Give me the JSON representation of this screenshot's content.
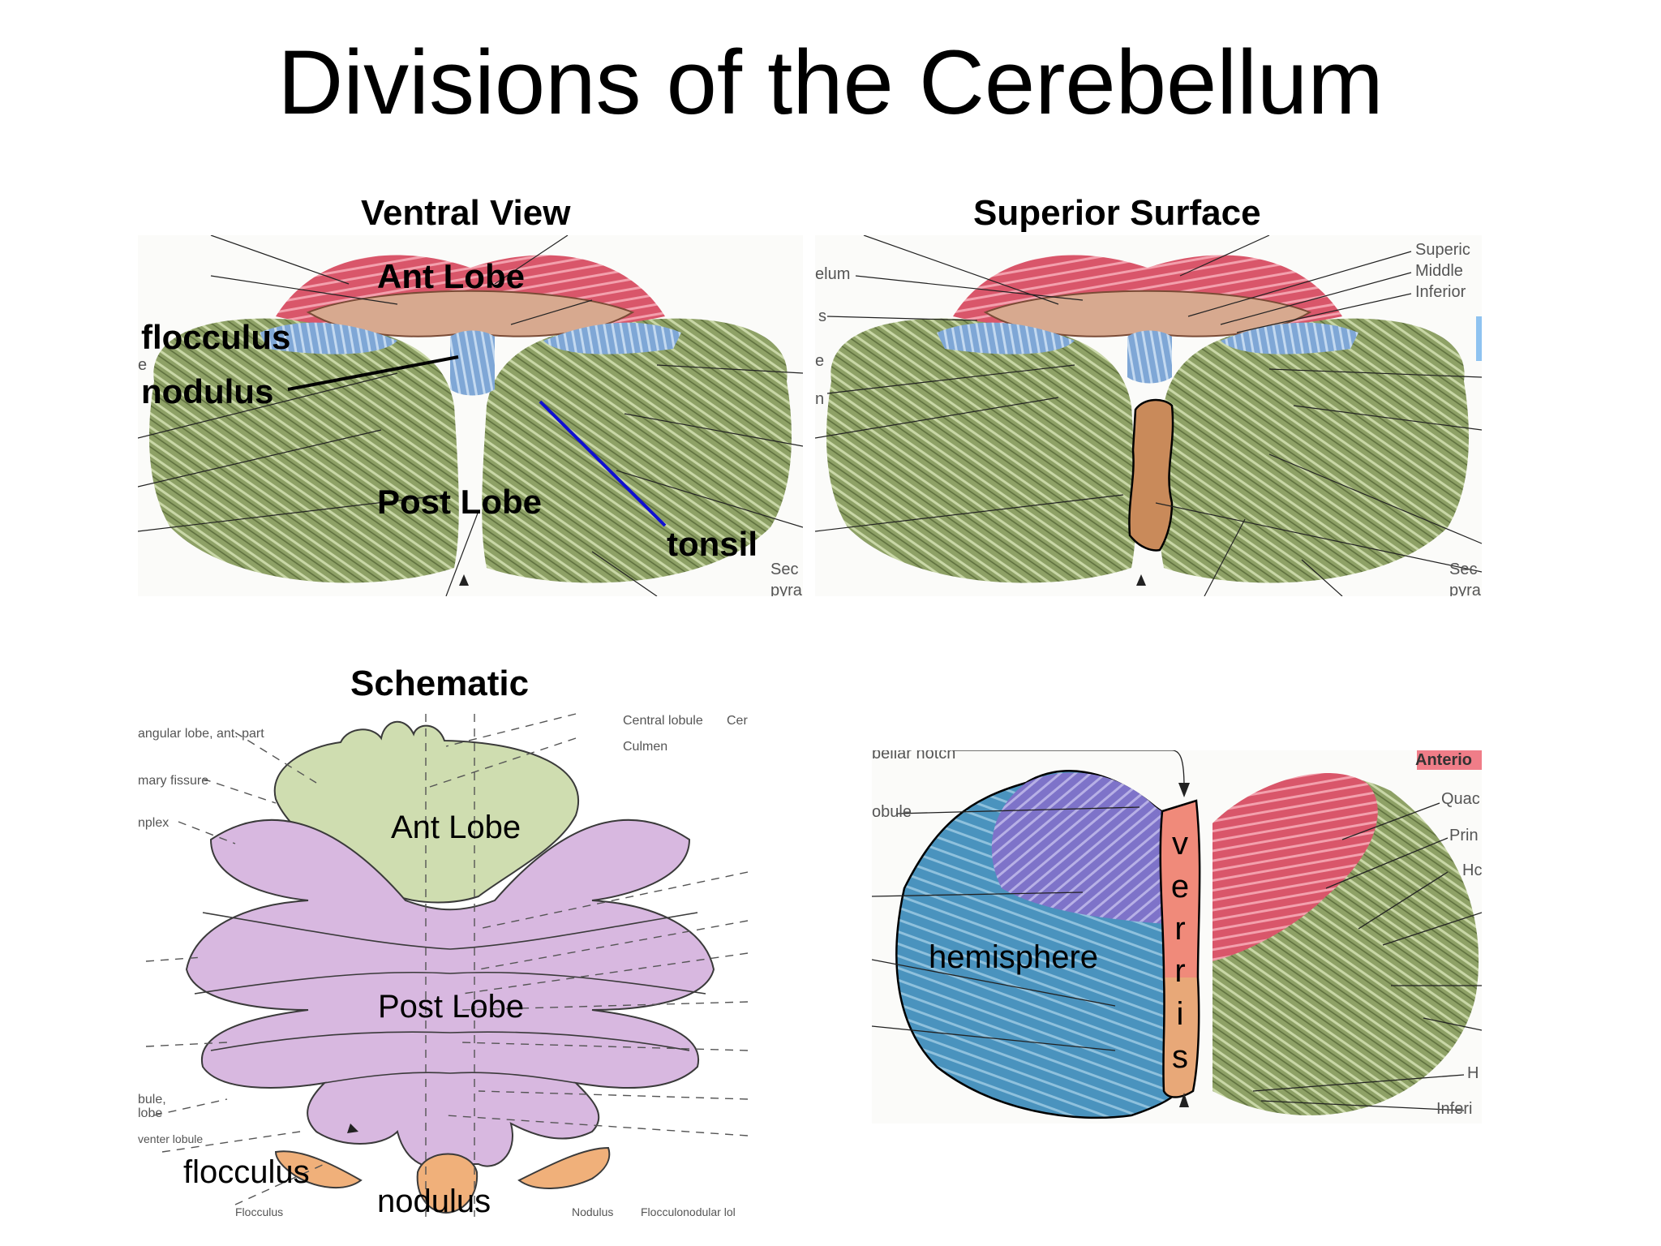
{
  "title": "Divisions of the Cerebellum",
  "panels": {
    "ventral": {
      "heading": "Ventral View",
      "labels": {
        "ant_lobe": "Ant Lobe",
        "flocculus": "flocculus",
        "nodulus": "nodulus",
        "post_lobe": "Post Lobe",
        "tonsil": "tonsil"
      },
      "cut_text": [
        "Sec",
        "pyra",
        "e"
      ]
    },
    "superior": {
      "heading": "Superior Surface",
      "cut_text": [
        "Superic",
        "Middle",
        "Inferior",
        "elum",
        "s",
        "e",
        "n",
        "Sec",
        "pyra"
      ]
    },
    "schematic": {
      "heading": "Schematic",
      "labels": {
        "ant_lobe": "Ant Lobe",
        "post_lobe": "Post Lobe",
        "flocculus": "flocculus",
        "nodulus": "nodulus"
      },
      "cut_text": [
        "Central lobule",
        "Cer",
        "Culmen",
        "angular lobe, ant. part",
        "mary fissure",
        "nplex",
        "bule,",
        "lobe",
        "venter lobule",
        "Flocculus",
        "Nodulus",
        "Flocculonodular lol"
      ]
    },
    "posterior": {
      "labels": {
        "hemisphere": "hemisphere",
        "vermis_letters": [
          "v",
          "e",
          "r",
          "r",
          "i",
          "s"
        ]
      },
      "cut_text": [
        "bellar notch",
        "Anterio",
        "Quac",
        "Prin",
        "Hc",
        "H",
        "Inferi",
        "obule"
      ]
    }
  },
  "colors": {
    "red_lobe": "#d9566a",
    "blue_lobe": "#7fa7d6",
    "green_lobe": "#8ea166",
    "vermis_orange": "#c98a5a",
    "schematic_green": "#cfddb0",
    "schematic_purple": "#d8b8e0",
    "schematic_orange": "#f0b07a",
    "pointer_blue": "#1010d0"
  }
}
